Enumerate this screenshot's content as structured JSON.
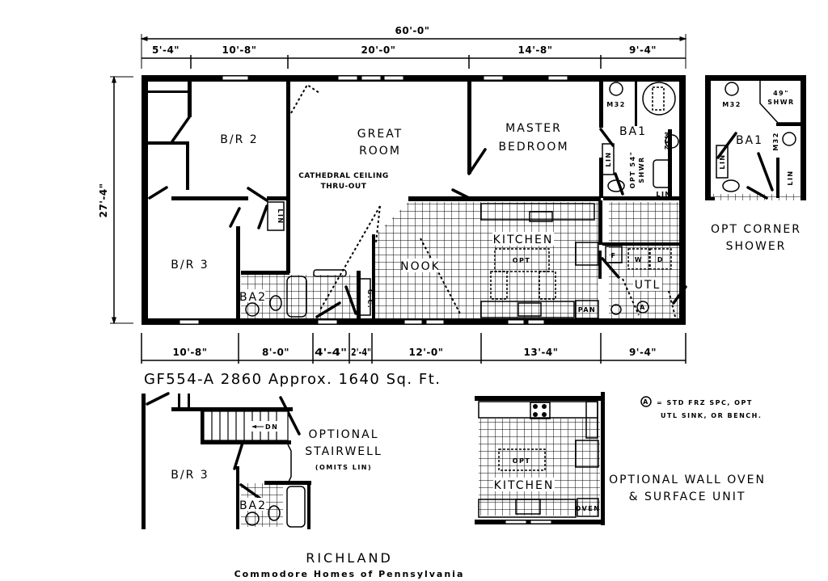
{
  "dimensions": {
    "overall_width": "60'-0\"",
    "overall_depth": "27'-4\"",
    "top_segments": [
      "5'-4\"",
      "10'-8\"",
      "20'-0\"",
      "14'-8\"",
      "9'-4\""
    ],
    "bottom_segments": [
      "10'-8\"",
      "8'-0\"",
      "4'-4\"",
      "2'-4\"",
      "12'-0\"",
      "13'-4\"",
      "9'-4\""
    ]
  },
  "plan_title": "GF554-A 2860  Approx. 1640 Sq. Ft.",
  "rooms": {
    "br2": "B/R 2",
    "great_room": [
      "GREAT",
      "ROOM"
    ],
    "cathedral": [
      "CATHEDRAL CEILING",
      "THRU-OUT"
    ],
    "master": [
      "MASTER",
      "BEDROOM"
    ],
    "ba1": "BA1",
    "m32_a": "M32",
    "m32_b": "M32",
    "lin_ba1": "LIN",
    "lin_ba1_b": "LIN",
    "opt_shwr": [
      "OPT 54\"",
      "SHWR"
    ],
    "br3": "B/R 3",
    "ba2": "BA2",
    "lin_hall": "LIN",
    "gc": "G.C.",
    "nook": "NOOK",
    "kitchen": "KITCHEN",
    "opt_island": "OPT",
    "pan": "PAN",
    "utl": "UTL",
    "washer": "W",
    "dryer": "D",
    "furnace": "F",
    "freezer_mark": "A"
  },
  "corner_shower_inset": {
    "ba1": "BA1",
    "m32_a": "M32",
    "m32_b": "M32",
    "shower": [
      "49\"",
      "SHWR"
    ],
    "lin_a": "LIN",
    "lin_b": "LIN",
    "caption": [
      "OPT CORNER",
      "SHOWER"
    ]
  },
  "stairwell_inset": {
    "br3": "B/R 3",
    "ba2": "BA2",
    "dn": "DN",
    "caption": [
      "OPTIONAL",
      "STAIRWELL",
      "(OMITS LIN)"
    ]
  },
  "kitchen_inset": {
    "kitchen": "KITCHEN",
    "opt": "OPT",
    "oven": "OVEN",
    "caption": [
      "OPTIONAL WALL OVEN",
      "& SURFACE UNIT"
    ]
  },
  "note": {
    "symbol": "A",
    "lines": [
      "= STD FRZ SPC, OPT",
      "UTL SINK, OR BENCH."
    ]
  },
  "footer": {
    "model": "RICHLAND",
    "company": "Commodore Homes of Pennsylvania"
  }
}
